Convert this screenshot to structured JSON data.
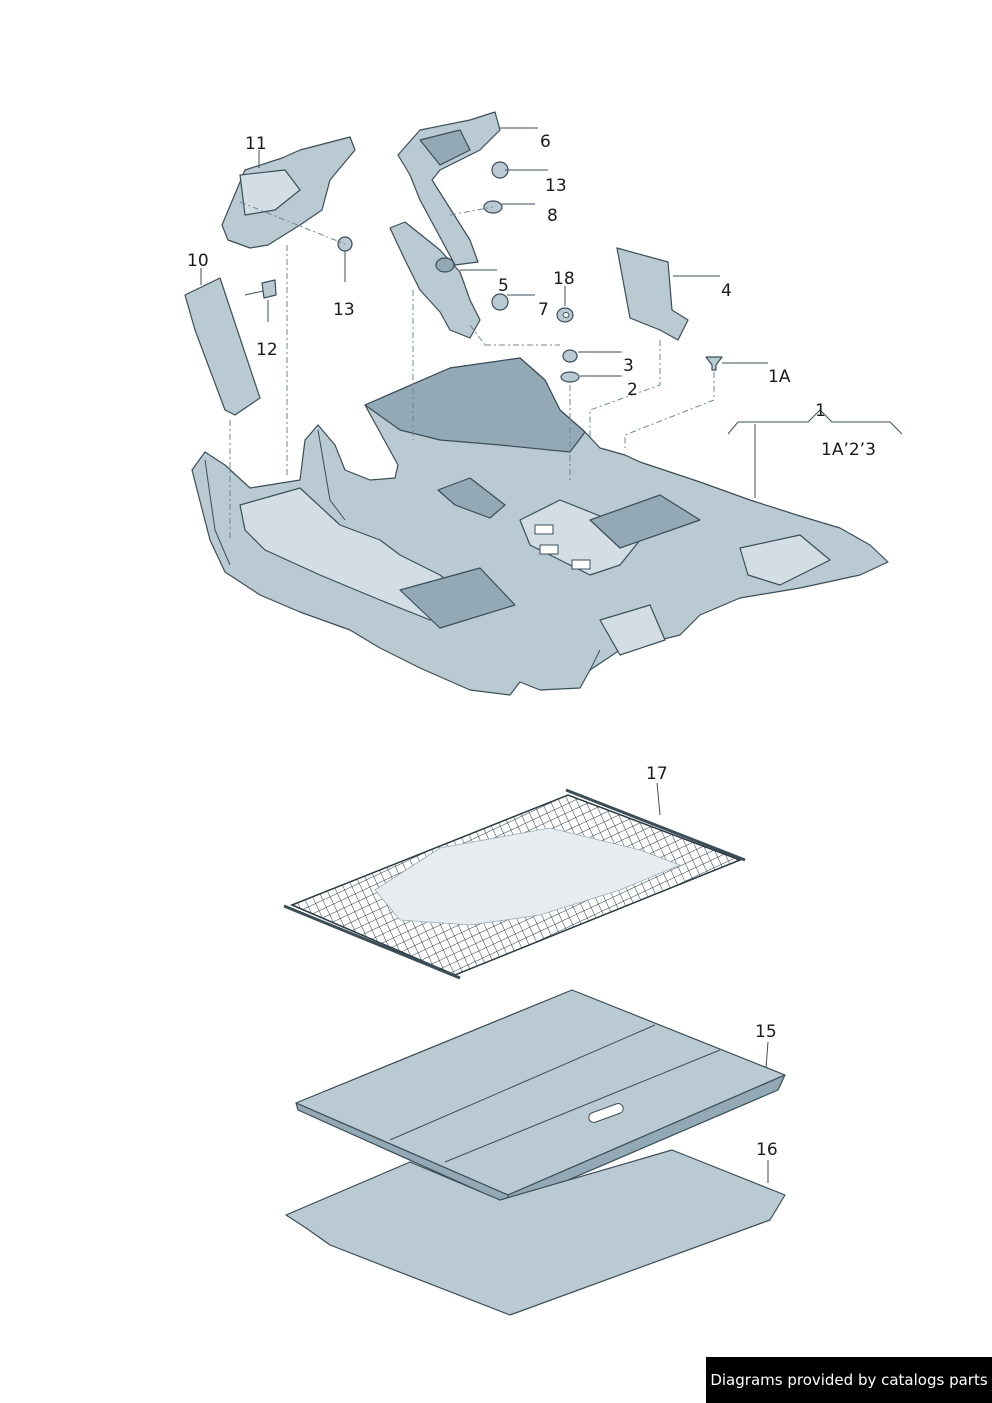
{
  "callouts": {
    "c11": "11",
    "c6": "6",
    "c13a": "13",
    "c8": "8",
    "c10": "10",
    "c13b": "13",
    "c5": "5",
    "c18": "18",
    "c7": "7",
    "c4": "4",
    "c12": "12",
    "c3": "3",
    "c1a": "1A",
    "c2": "2",
    "c1": "1",
    "c1set": "1A’2’3",
    "c17": "17",
    "c15": "15",
    "c16": "16"
  },
  "footer": {
    "credit": "Diagrams provided by catalogs parts"
  },
  "colors": {
    "part_fill": "#b9cad3",
    "part_stroke": "#3b4e58",
    "footer_bg": "#000000"
  }
}
